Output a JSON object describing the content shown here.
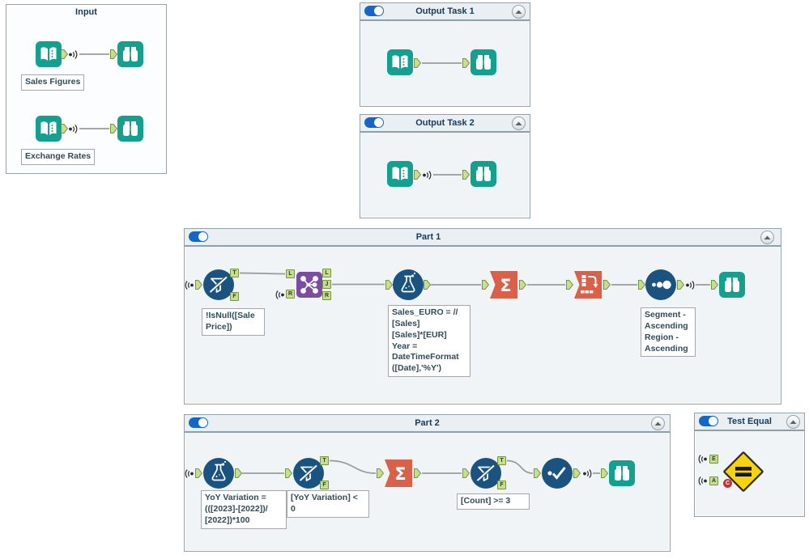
{
  "colors": {
    "tool_teal": "#13A08F",
    "tool_blue": "#1B5380",
    "tool_orange": "#D9614A",
    "tool_purple": "#7C4D9F",
    "test_yellow": "#F5D311",
    "anchor_green": "#C7DD90",
    "toggle_on_blue": "#1566C8",
    "container_bg": "#F1F4F6",
    "annotation_text": "#2F4B58",
    "connection_gray": "#989B9E"
  },
  "icons": {
    "input_data": "book-icon",
    "browse": "binoculars-icon",
    "filter": "funnel-icon",
    "formula": "flask-icon",
    "join": "molecule-icon",
    "summarize": "sigma-icon",
    "crosstab": "table-rotate-icon",
    "sort": "dots-ascending-icon",
    "unique": "dot-check-icon",
    "test": "equals-diamond-icon",
    "wireless": "wireless-connection-icon",
    "collapse": "collapse-arrow-icon",
    "toggle": "enabled-toggle-icon"
  },
  "containers": {
    "input": {
      "title": "Input"
    },
    "output_task_1": {
      "title": "Output Task 1"
    },
    "output_task_2": {
      "title": "Output Task 2"
    },
    "part_1": {
      "title": "Part 1"
    },
    "part_2": {
      "title": "Part 2"
    },
    "test_equal": {
      "title": "Test Equal",
      "badge": "C"
    }
  },
  "labels": {
    "sales_figures": "Sales Figures",
    "exchange_rates": "Exchange Rates"
  },
  "annotations": {
    "part1_filter": "!IsNull([Sale\nPrice])",
    "part1_formula": "Sales_EURO = //\n[Sales]\n[Sales]*[EUR]\nYear =\nDateTimeFormat\n([Date],'%Y')",
    "part1_sort": "Segment -\nAscending\nRegion -\nAscending",
    "part2_formula": "YoY Variation =\n(([2023]-[2022])/\n[2022])*100",
    "part2_filter1": "[YoY Variation] <\n0",
    "part2_filter2": "[Count] >= 3"
  },
  "anchor_letters": {
    "T": "T",
    "F": "F",
    "L": "L",
    "J": "J",
    "R": "R",
    "E": "E",
    "A": "A"
  }
}
